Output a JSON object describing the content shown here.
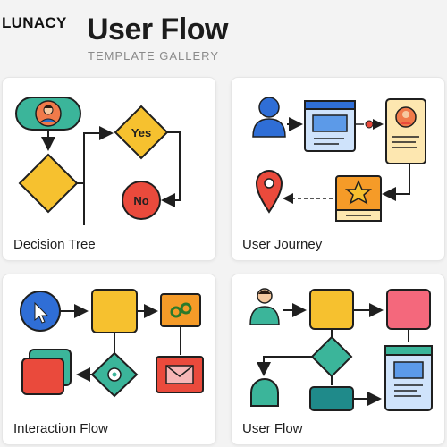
{
  "brand": "LUNACY",
  "header": {
    "title": "User Flow",
    "subtitle": "TEMPLATE GALLERY"
  },
  "templates": [
    {
      "label": "Decision Tree",
      "yes_label": "Yes",
      "no_label": "No"
    },
    {
      "label": "User Journey"
    },
    {
      "label": "Interaction Flow"
    },
    {
      "label": "User Flow"
    }
  ],
  "colors": {
    "outline": "#1f1f1f",
    "yellow": "#f6c12f",
    "teal": "#3bb59a",
    "red": "#ea4a3c",
    "blue": "#2f6ed6",
    "orange": "#f59b28",
    "pink": "#f4687c",
    "light_blue": "#cfe3fb",
    "cream": "#fde7b0"
  }
}
